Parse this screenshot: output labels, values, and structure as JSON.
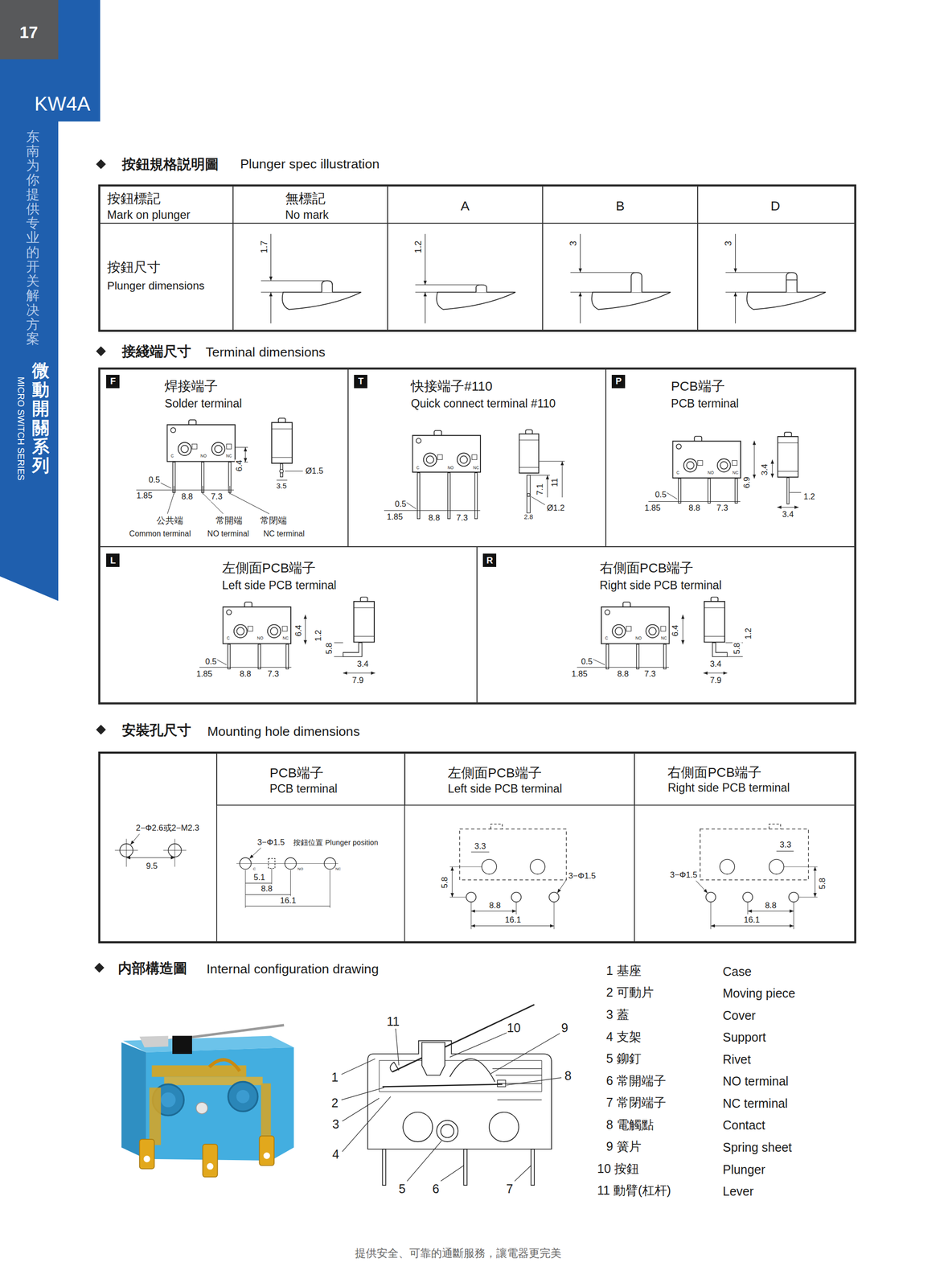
{
  "diagram": {
    "nodes": [
      {
        "text": [
          "KW4A",
          "东南为你提供专业的开关解决方案",
          "微動開關系列",
          "MICRO SWITCH SERIES"
        ]
      },
      {
        "text": [
          "17"
        ],
        "in": 0
      },
      {
        "text": [
          "按鈕標記",
          "Mark on plunger"
        ]
      },
      {
        "text": [
          "無標記",
          "No mark"
        ]
      },
      {
        "text": [
          "A"
        ]
      },
      {
        "text": [
          "B"
        ]
      },
      {
        "text": [
          "D"
        ]
      },
      {
        "text": [
          "按鈕尺寸",
          "Plunger dimensions"
        ]
      },
      {
        "text": [
          "1.7"
        ]
      },
      {
        "text": [
          "1.2"
        ]
      },
      {
        "text": [
          "3"
        ]
      },
      {
        "text": [
          "3"
        ]
      },
      {
        "text": [
          "焊接端子",
          "Solder terminal"
        ]
      },
      {
        "text": [
          "F"
        ],
        "in": 12
      },
      {
        "text": [
          "快接端子#110",
          "Quick connect terminal #110"
        ]
      },
      {
        "text": [
          "T"
        ],
        "in": 14
      },
      {
        "text": [
          "PCB端子",
          "PCB terminal"
        ]
      },
      {
        "text": [
          "P"
        ],
        "in": 16
      },
      {
        "text": [
          "左側面PCB端子",
          "Left side PCB terminal"
        ]
      },
      {
        "text": [
          "L"
        ],
        "in": 18
      },
      {
        "text": [
          "右側面PCB端子",
          "Right side PCB terminal"
        ]
      },
      {
        "text": [
          "R"
        ],
        "in": 20
      },
      {
        "text": [
          "PCB端子",
          "PCB terminal"
        ]
      },
      {
        "text": [
          "左側面PCB端子",
          "Left side PCB terminal"
        ]
      },
      {
        "text": [
          "右側面PCB端子",
          "Right side PCB terminal"
        ]
      }
    ],
    "labels": [
      "按鈕規格説明圖",
      "Plunger spec illustration",
      "接綫端尺寸",
      "Terminal dimensions",
      "安裝孔尺寸",
      "Mounting hole dimensions",
      "内部構造圖",
      "Internal configuration drawing",
      "C",
      "NO",
      "NC",
      "0.5",
      "1.85",
      "8.8",
      "7.3",
      "6.4",
      "Ø1.5",
      "3.5",
      "公共端",
      "Common terminal",
      "常開端",
      "NO terminal",
      "常閉端",
      "NC terminal",
      "C",
      "NO",
      "NC",
      "0.5",
      "1.85",
      "8.8",
      "7.3",
      "7.1",
      "11",
      "2.8",
      "Ø1.2",
      "C",
      "NO",
      "NC",
      "0.5",
      "1.85",
      "8.8",
      "7.3",
      "6.9",
      "3.4",
      "1.2",
      "3.4",
      "C",
      "NO",
      "NC",
      "0.5",
      "1.85",
      "8.8",
      "7.3",
      "6.4",
      "1.2",
      "5.8",
      "3.4",
      "7.9",
      "C",
      "NO",
      "NC",
      "0.5",
      "1.85",
      "8.8",
      "7.3",
      "6.4",
      "3.4",
      "5.8",
      "1.2",
      "7.9",
      "2−Φ2.6或2−M2.3",
      "9.5",
      "3−Φ1.5",
      "按鈕位置 Plunger position",
      "C",
      "NO",
      "NC",
      "5.1",
      "8.8",
      "16.1",
      "3.3",
      "5.8",
      "3−Φ1.5",
      "8.8",
      "16.1",
      "3−Φ1.5",
      "3.3",
      "5.8",
      "8.8",
      "16.1",
      "11",
      "10",
      "9",
      "8",
      "1",
      "2",
      "3",
      "4",
      "5",
      "6",
      "7",
      "1 基座",
      "Case",
      "2 可動片",
      "Moving piece",
      "3 蓋",
      "Cover",
      "4 支架",
      "Support",
      "5 鉚釘",
      "Rivet",
      "6 常開端子",
      "NO terminal",
      "7 常閉端子",
      "NC terminal",
      "8 電觸點",
      "Contact",
      "9 簧片",
      "Spring sheet",
      "10 按鈕",
      "Plunger",
      "11 動臂(杠杆)",
      "Lever",
      "提供安全、可靠的通斷服務，讓電器更完美"
    ]
  }
}
